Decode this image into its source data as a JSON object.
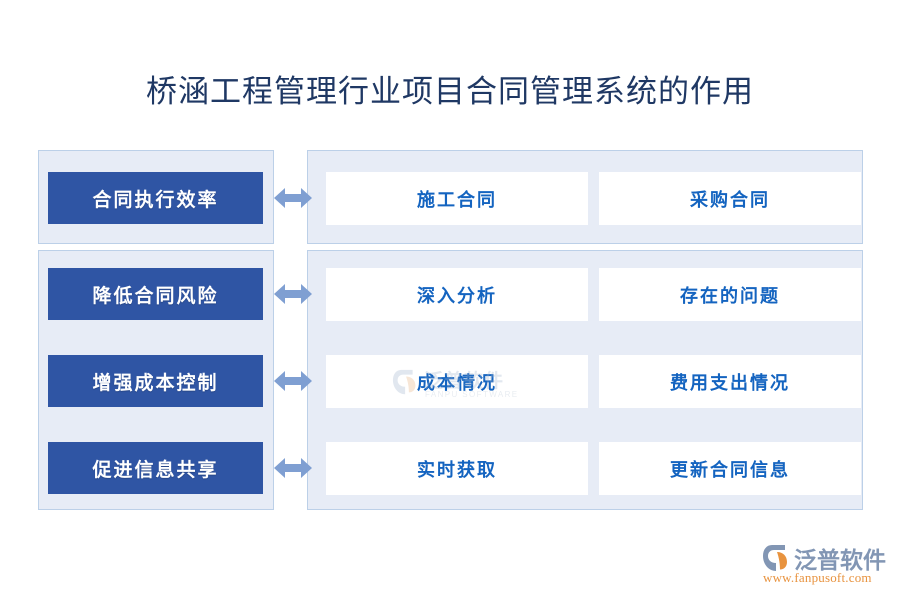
{
  "page": {
    "title": "桥涵工程管理行业项目合同管理系统的作用",
    "background_color": "#ffffff"
  },
  "theme": {
    "panel_bg": "#e7ecf6",
    "panel_border": "#bcd0e8",
    "blue_box_bg": "#2f55a4",
    "blue_box_text": "#ffffff",
    "card_bg": "#ffffff",
    "card_text": "#1464c0",
    "arrow_color": "#7f9fd2",
    "title_color": "#1f3864"
  },
  "rows": [
    {
      "label": "合同执行效率",
      "arrow": "double-arrow-icon",
      "cards": [
        "施工合同",
        "采购合同"
      ]
    },
    {
      "label": "降低合同风险",
      "arrow": "double-arrow-icon",
      "cards": [
        "深入分析",
        "存在的问题"
      ]
    },
    {
      "label": "增强成本控制",
      "arrow": "double-arrow-icon",
      "cards": [
        "成本情况",
        "费用支出情况"
      ]
    },
    {
      "label": "促进信息共享",
      "arrow": "double-arrow-icon",
      "cards": [
        "实时获取",
        "更新合同信息"
      ]
    }
  ],
  "watermark": {
    "name": "泛普软件",
    "subtitle": "FANPU SOFTWARE"
  },
  "logo": {
    "name": "泛普软件",
    "url": "www.fanpusoft.com",
    "name_color": "#8296b4",
    "url_color": "#e8933f"
  }
}
